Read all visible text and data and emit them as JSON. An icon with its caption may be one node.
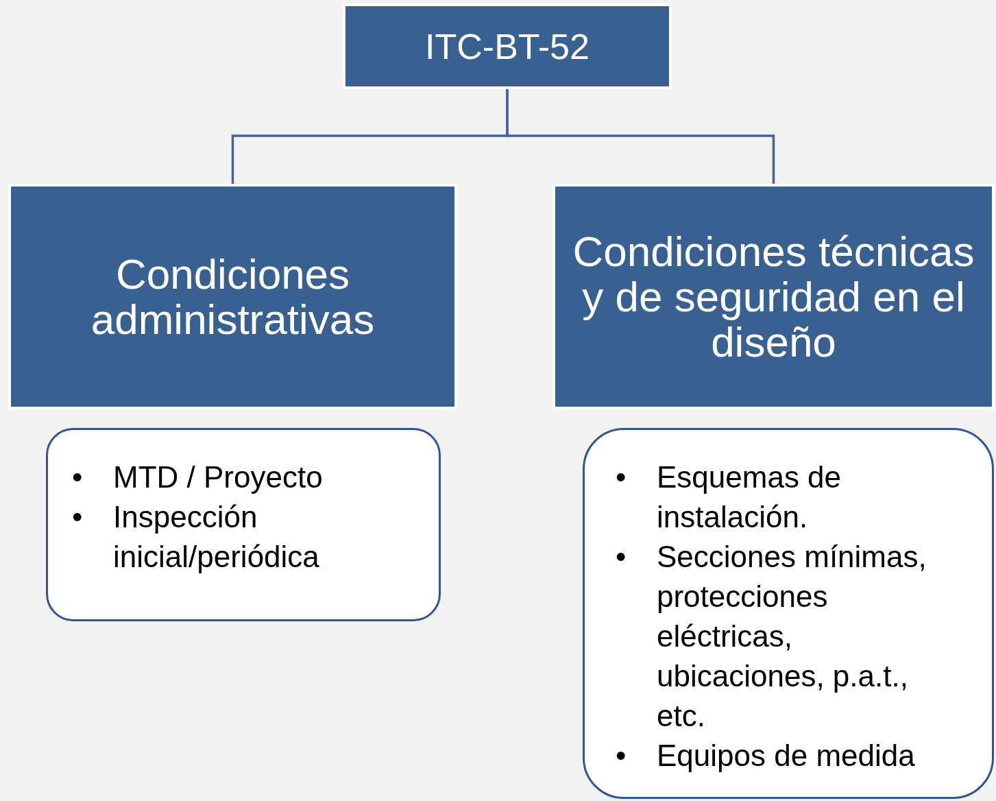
{
  "diagram": {
    "nodes": [
      {
        "text": [
          "ITC-BT-52"
        ]
      },
      {
        "text": [
          "Condiciones administrativas"
        ]
      },
      {
        "text": [
          "Condiciones técnicas y de seguridad en el diseño"
        ]
      },
      {
        "text": [
          "MTD / Proyecto",
          "Inspección inicial/periódica"
        ]
      },
      {
        "text": [
          "Esquemas de instalación.",
          "Secciones mínimas, protecciones eléctricas, ubicaciones, p.a.t., etc.",
          "Equipos de medida"
        ]
      }
    ],
    "edges": [
      {
        "from": 0,
        "to": 1,
        "arrow": "none"
      },
      {
        "from": 0,
        "to": 2,
        "arrow": "none"
      }
    ],
    "labels": [
      "•",
      "•",
      "•",
      "•",
      "•"
    ]
  }
}
